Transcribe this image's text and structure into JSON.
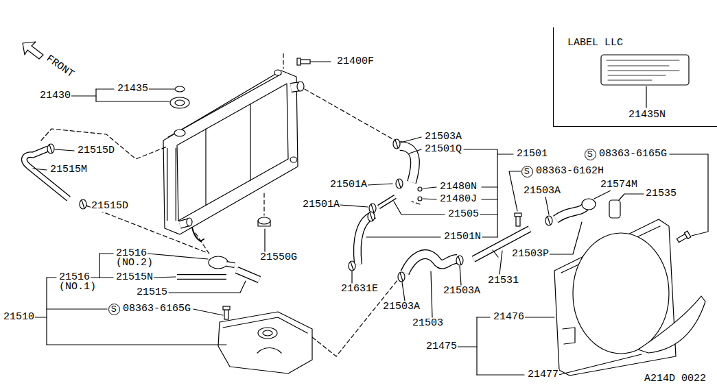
{
  "diagram": {
    "nodes": [
      {
        "text": [
          "LABEL LLC",
          "21435N"
        ]
      },
      {
        "text": [
          "S"
        ]
      },
      {
        "text": [
          "S"
        ]
      },
      {
        "text": [
          "S"
        ]
      }
    ],
    "labels": [
      "21400F",
      "21435",
      "21430",
      "21515D",
      "21515M",
      "21515D",
      "21503A",
      "21501Q",
      "21501",
      "08363-6165G",
      "08363-6162H",
      "21501A",
      "21480N",
      "21503A",
      "21574M",
      "21535",
      "21480J",
      "21501A",
      "21505",
      "21550G",
      "21501N",
      "21503P",
      "21516",
      "(NO.2)",
      "21516",
      "21515N",
      "(NO.1)",
      "21531",
      "21515",
      "21631E",
      "21503A",
      "08363-6165G",
      "21510",
      "21503A",
      "21503",
      "21476",
      "21475",
      "21477",
      "A214D 0022",
      "FRONT"
    ]
  }
}
